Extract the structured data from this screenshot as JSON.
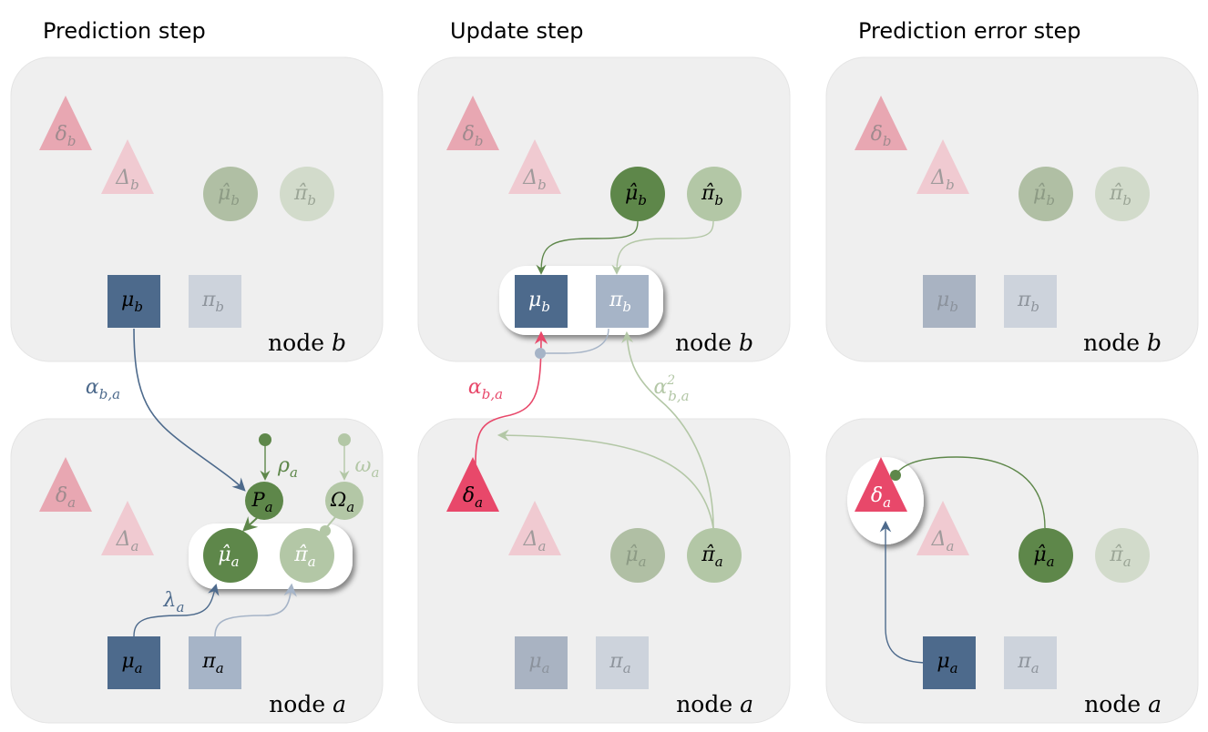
{
  "colors": {
    "red": "#e8486a",
    "green_dark": "#5e874a",
    "green_light": "#b3c7a6",
    "blue_dark": "#4d6a8c",
    "blue_light": "#a6b4c7"
  },
  "panels": [
    {
      "title": "Prediction step",
      "top_label": {
        "text": "node ",
        "var": "b"
      },
      "bottom_label": {
        "text": "node ",
        "var": "a"
      },
      "nodes": [
        {
          "id": "delta_b",
          "sym": "δ",
          "sub": "b",
          "shape": "tri",
          "fill": "#e8a7b2",
          "text": "#a08a8e"
        },
        {
          "id": "Delta_b",
          "sym": "Δ",
          "sub": "b",
          "shape": "tri2",
          "fill": "#f0cad1",
          "text": "#a09a9b"
        },
        {
          "id": "muhat_b",
          "sym": "μ̂",
          "sub": "b",
          "shape": "circle",
          "fill": "#b0bfa4",
          "text": "#8c9a84"
        },
        {
          "id": "pihat_b",
          "sym": "π̂",
          "sub": "b",
          "shape": "circle2",
          "fill": "#d2dbcb",
          "text": "#9ba596"
        },
        {
          "id": "mu_b",
          "sym": "μ",
          "sub": "b",
          "shape": "sq",
          "fill": "#4d6a8c",
          "text": "#000000"
        },
        {
          "id": "pi_b",
          "sym": "π",
          "sub": "b",
          "shape": "sq2",
          "fill": "#cdd3dc",
          "text": "#8e949c"
        },
        {
          "id": "delta_a",
          "sym": "δ",
          "sub": "a",
          "shape": "tri",
          "fill": "#e8a7b2",
          "text": "#a08a8e",
          "row": 1
        },
        {
          "id": "Delta_a",
          "sym": "Δ",
          "sub": "a",
          "shape": "tri2",
          "fill": "#f0cad1",
          "text": "#a09a9b",
          "row": 1
        },
        {
          "id": "muhat_a",
          "sym": "μ̂",
          "sub": "a",
          "shape": "circle",
          "fill": "#5e874a",
          "text": "#ffffff",
          "row": 1
        },
        {
          "id": "pihat_a",
          "sym": "π̂",
          "sub": "a",
          "shape": "circle2",
          "fill": "#b3c7a6",
          "text": "#ffffff",
          "row": 1
        },
        {
          "id": "mu_a",
          "sym": "μ",
          "sub": "a",
          "shape": "sq",
          "fill": "#4d6a8c",
          "text": "#000000",
          "row": 1
        },
        {
          "id": "pi_a",
          "sym": "π",
          "sub": "a",
          "shape": "sq2",
          "fill": "#a6b4c7",
          "text": "#000000",
          "row": 1
        }
      ],
      "extra_nodes": [
        {
          "id": "P_a",
          "sym": "P",
          "sub": "a",
          "fill": "#5e874a",
          "text": "#000000"
        },
        {
          "id": "Omega_a",
          "sym": "Ω",
          "sub": "a",
          "fill": "#b3c7a6",
          "text": "#000000"
        }
      ],
      "edge_labels": {
        "alpha": {
          "sym": "α",
          "sub": "b,a"
        },
        "rho": {
          "sym": "ρ",
          "sub": "a"
        },
        "omega": {
          "sym": "ω",
          "sub": "a"
        },
        "lambda": {
          "sym": "λ",
          "sub": "a"
        }
      }
    },
    {
      "title": "Update step",
      "top_label": {
        "text": "node ",
        "var": "b"
      },
      "bottom_label": {
        "text": "node ",
        "var": "a"
      },
      "nodes": [
        {
          "id": "delta_b",
          "sym": "δ",
          "sub": "b",
          "shape": "tri",
          "fill": "#e8a7b2",
          "text": "#a08a8e"
        },
        {
          "id": "Delta_b",
          "sym": "Δ",
          "sub": "b",
          "shape": "tri2",
          "fill": "#f0cad1",
          "text": "#a09a9b"
        },
        {
          "id": "muhat_b",
          "sym": "μ̂",
          "sub": "b",
          "shape": "circle",
          "fill": "#5e874a",
          "text": "#000000"
        },
        {
          "id": "pihat_b",
          "sym": "π̂",
          "sub": "b",
          "shape": "circle2",
          "fill": "#b3c7a6",
          "text": "#000000"
        },
        {
          "id": "mu_b",
          "sym": "μ",
          "sub": "b",
          "shape": "sq",
          "fill": "#4d6a8c",
          "text": "#ffffff"
        },
        {
          "id": "pi_b",
          "sym": "π",
          "sub": "b",
          "shape": "sq2",
          "fill": "#a6b4c7",
          "text": "#ffffff"
        },
        {
          "id": "delta_a",
          "sym": "δ",
          "sub": "a",
          "shape": "tri",
          "fill": "#e8486a",
          "text": "#000000",
          "row": 1
        },
        {
          "id": "Delta_a",
          "sym": "Δ",
          "sub": "a",
          "shape": "tri2",
          "fill": "#f0cad1",
          "text": "#a09a9b",
          "row": 1
        },
        {
          "id": "muhat_a",
          "sym": "μ̂",
          "sub": "a",
          "shape": "circle",
          "fill": "#b0bfa4",
          "text": "#8c9a84",
          "row": 1
        },
        {
          "id": "pihat_a",
          "sym": "π̂",
          "sub": "a",
          "shape": "circle2",
          "fill": "#b3c7a6",
          "text": "#000000",
          "row": 1
        },
        {
          "id": "mu_a",
          "sym": "μ",
          "sub": "a",
          "shape": "sq",
          "fill": "#a9b3c2",
          "text": "#8b929c",
          "row": 1
        },
        {
          "id": "pi_a",
          "sym": "π",
          "sub": "a",
          "shape": "sq2",
          "fill": "#cdd3dc",
          "text": "#8e949c",
          "row": 1
        }
      ],
      "edge_labels": {
        "alpha": {
          "sym": "α",
          "sub": "b,a"
        },
        "alpha2": {
          "sym": "α",
          "sup": "2",
          "sub": "b,a"
        }
      }
    },
    {
      "title": "Prediction error step",
      "top_label": {
        "text": "node ",
        "var": "b"
      },
      "bottom_label": {
        "text": "node ",
        "var": "a"
      },
      "nodes": [
        {
          "id": "delta_b",
          "sym": "δ",
          "sub": "b",
          "shape": "tri",
          "fill": "#e8a7b2",
          "text": "#a08a8e"
        },
        {
          "id": "Delta_b",
          "sym": "Δ",
          "sub": "b",
          "shape": "tri2",
          "fill": "#f0cad1",
          "text": "#a09a9b"
        },
        {
          "id": "muhat_b",
          "sym": "μ̂",
          "sub": "b",
          "shape": "circle",
          "fill": "#b0bfa4",
          "text": "#8c9a84"
        },
        {
          "id": "pihat_b",
          "sym": "π̂",
          "sub": "b",
          "shape": "circle2",
          "fill": "#d2dbcb",
          "text": "#9ba596"
        },
        {
          "id": "mu_b",
          "sym": "μ",
          "sub": "b",
          "shape": "sq",
          "fill": "#a9b3c2",
          "text": "#8b929c"
        },
        {
          "id": "pi_b",
          "sym": "π",
          "sub": "b",
          "shape": "sq2",
          "fill": "#cdd3dc",
          "text": "#8e949c"
        },
        {
          "id": "delta_a",
          "sym": "δ",
          "sub": "a",
          "shape": "tri",
          "fill": "#e8486a",
          "text": "#ffffff",
          "row": 1
        },
        {
          "id": "Delta_a",
          "sym": "Δ",
          "sub": "a",
          "shape": "tri2",
          "fill": "#f0cad1",
          "text": "#a09a9b",
          "row": 1
        },
        {
          "id": "muhat_a",
          "sym": "μ̂",
          "sub": "a",
          "shape": "circle",
          "fill": "#5e874a",
          "text": "#000000",
          "row": 1
        },
        {
          "id": "pihat_a",
          "sym": "π̂",
          "sub": "a",
          "shape": "circle2",
          "fill": "#d2dbcb",
          "text": "#9ba596",
          "row": 1
        },
        {
          "id": "mu_a",
          "sym": "μ",
          "sub": "a",
          "shape": "sq",
          "fill": "#4d6a8c",
          "text": "#000000",
          "row": 1
        },
        {
          "id": "pi_a",
          "sym": "π",
          "sub": "a",
          "shape": "sq2",
          "fill": "#cdd3dc",
          "text": "#8e949c",
          "row": 1
        }
      ]
    }
  ]
}
